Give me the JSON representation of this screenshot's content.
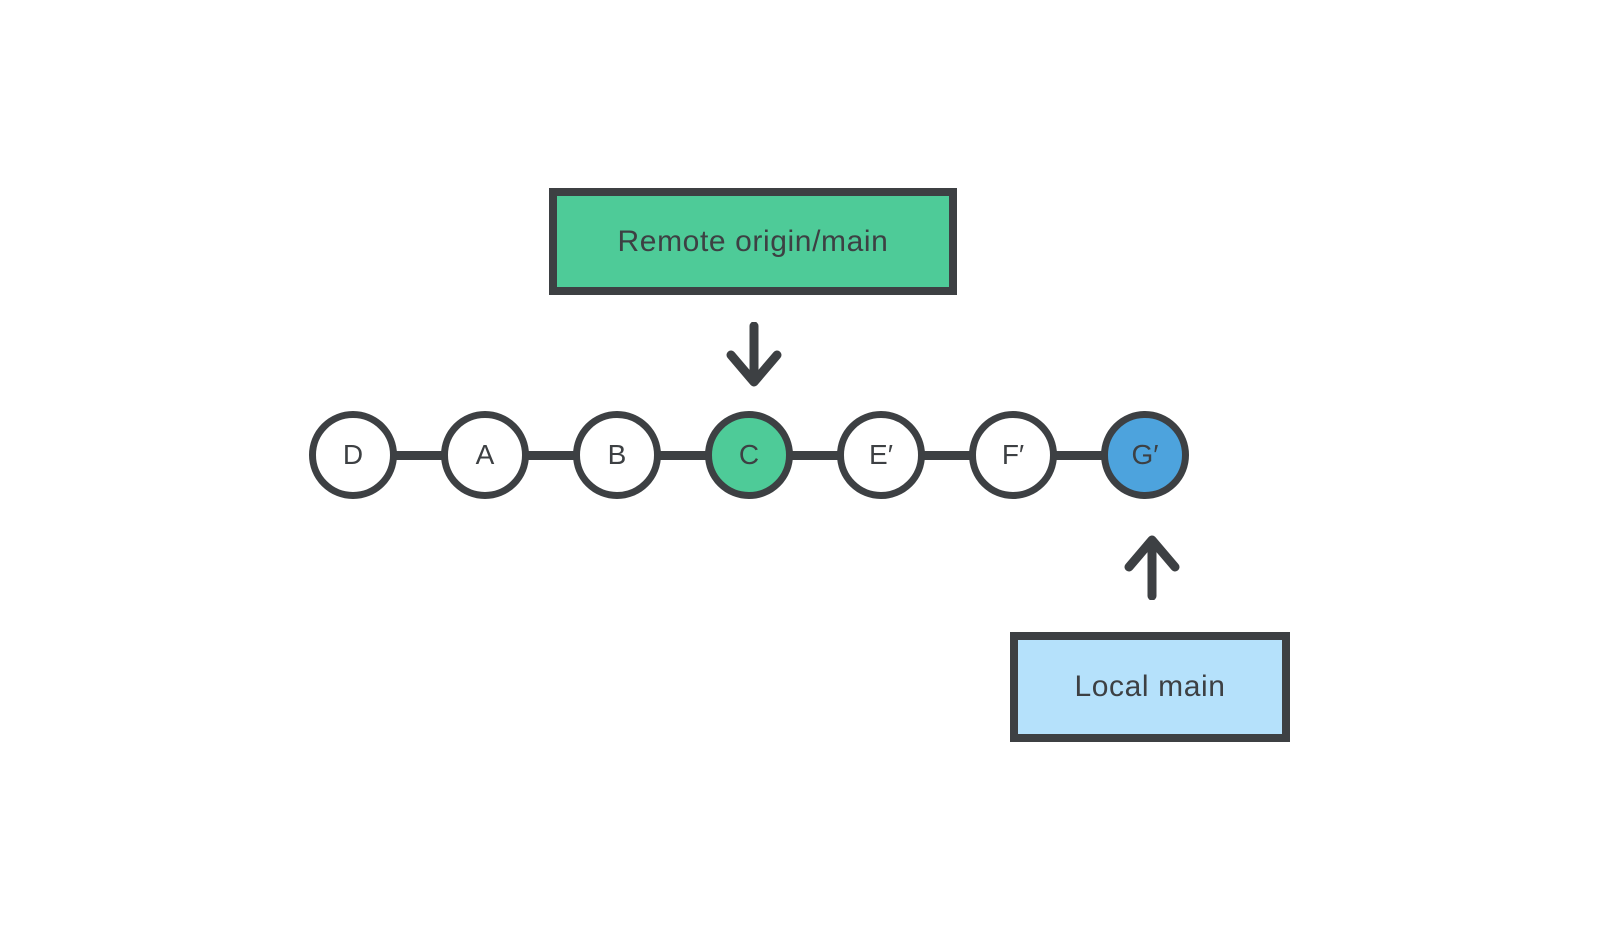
{
  "diagram": {
    "kind": "git-commit-graph",
    "remote_label": {
      "text": "Remote origin/main",
      "points_to": "C"
    },
    "local_label": {
      "text": "Local main",
      "points_to": "G′"
    },
    "commits": [
      {
        "label": "D",
        "fill": "white"
      },
      {
        "label": "A",
        "fill": "white"
      },
      {
        "label": "B",
        "fill": "white"
      },
      {
        "label": "C",
        "fill": "green"
      },
      {
        "label": "E′",
        "fill": "white"
      },
      {
        "label": "F′",
        "fill": "white"
      },
      {
        "label": "G′",
        "fill": "blue"
      }
    ],
    "icons": [
      "arrow-down-icon",
      "arrow-up-icon"
    ]
  },
  "colors": {
    "stroke": "#3d4043",
    "commit_green": "#4ecb98",
    "head_blue": "#4da3dd",
    "local_box_blue": "#b5e1fb",
    "node_white": "#ffffff",
    "background": "#ffffff"
  }
}
